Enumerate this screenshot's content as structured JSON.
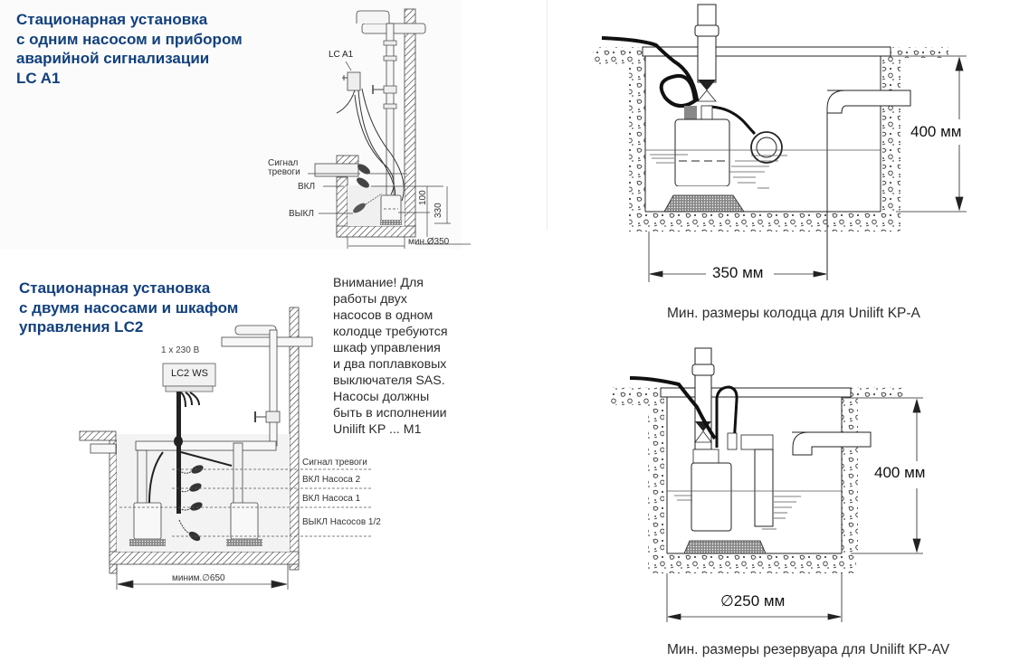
{
  "colors": {
    "title_blue": "#12407d",
    "text_dark": "#2b2b2b",
    "line": "#222222",
    "panel_bg": "#fbfbfb"
  },
  "diagram1": {
    "title": "Стационарная установка\nс одним насосом и прибором\nаварийной сигнализации\nLC A1",
    "device_label": "LC A1",
    "labels": {
      "alarm_signal": "Сигнал\nтревоги",
      "on": "ВКЛ",
      "off": "ВЫКЛ"
    },
    "dimensions": {
      "height_on": "100",
      "height_total": "330",
      "min_diameter": "мин.Ø350"
    }
  },
  "diagram2": {
    "title": "Стационарная установка\nс двумя насосами и шкафом\nуправления LC2",
    "supply_label": "1 x 230 B",
    "control_box_label": "LC2 WS",
    "levels": [
      "Сигнал тревоги",
      "ВКЛ Насоса 2",
      "ВКЛ Насоса 1",
      "ВЫКЛ Насосов 1/2"
    ],
    "min_diameter": "миним.∅650",
    "note": "Внимание! Для\nработы двух\nнасосов в одном\nколодце требуются\nшкаф управления\nи два поплавковых\nвыключателя SAS.\nНасосы должны\nбыть в исполнении\nUnilift KP ... M1"
  },
  "diagram3": {
    "height_dim": "400 мм",
    "width_dim": "350 мм",
    "caption": "Мин. размеры колодца для Unilift KP-A"
  },
  "diagram4": {
    "height_dim": "400 мм",
    "width_dim": "∅250 мм",
    "caption": "Мин. размеры резервуара для Unilift KP-AV"
  }
}
